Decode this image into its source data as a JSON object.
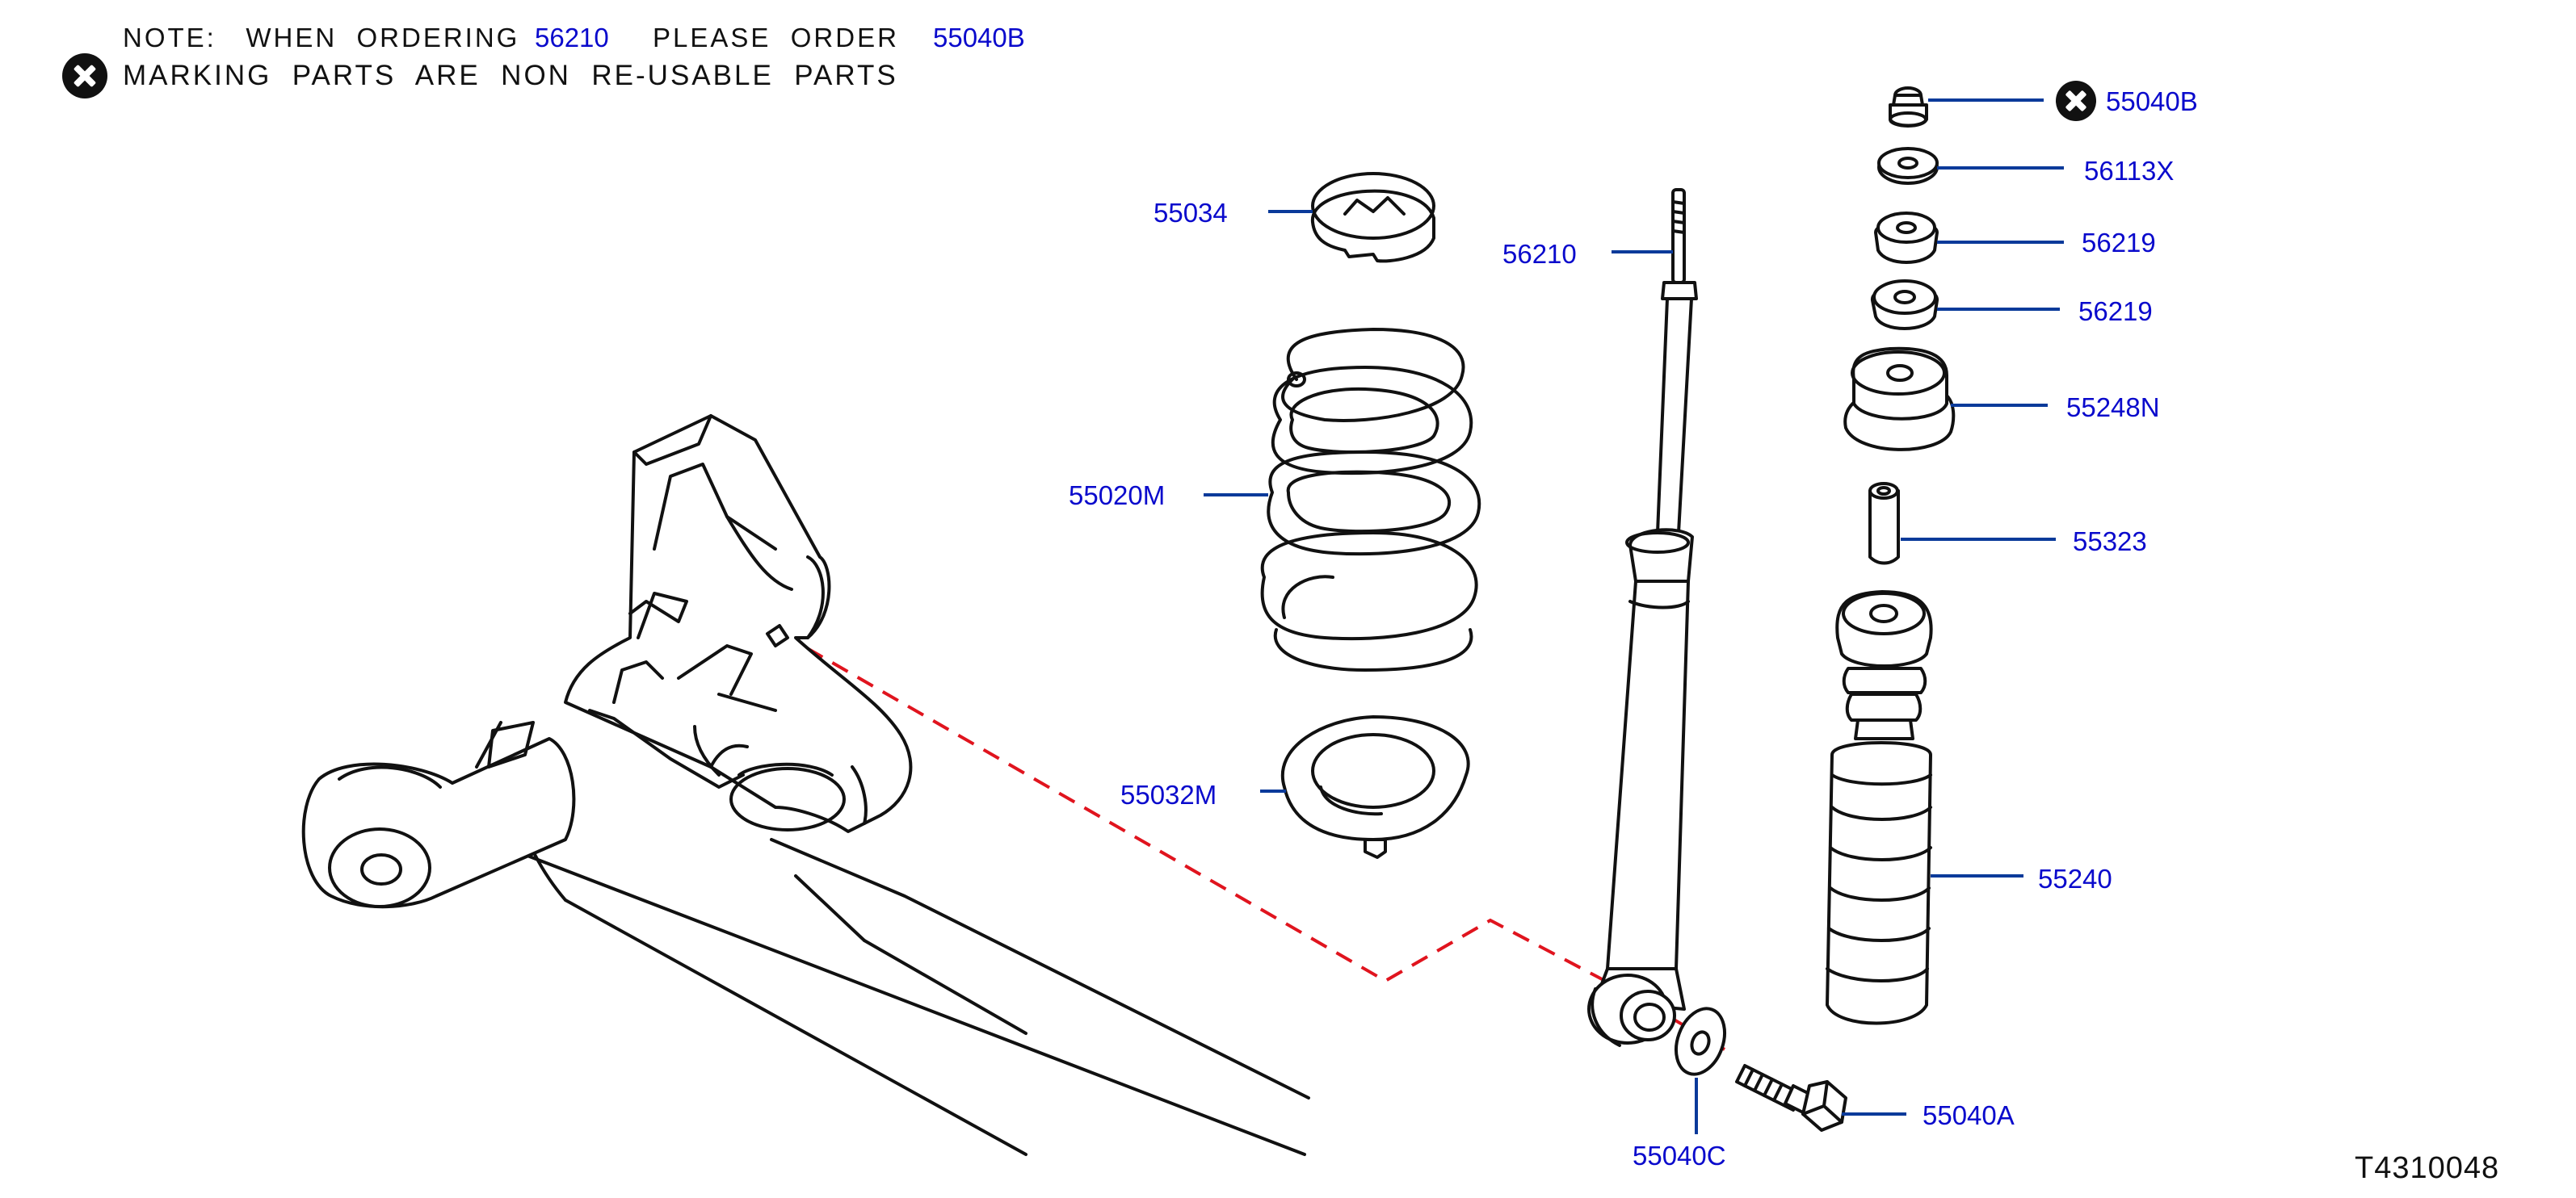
{
  "note": {
    "prefix": "NOTE:   WHEN  ORDERING",
    "part_a": "56210",
    "middle": "PLEASE  ORDER",
    "part_b": "55040B",
    "marking_text": "MARKING  PARTS  ARE  NON  RE-USABLE  PARTS"
  },
  "callouts": {
    "c55034": "55034",
    "c56210": "56210",
    "c55020M": "55020M",
    "c55032M": "55032M",
    "c55040B": "55040B",
    "c56113X": "56113X",
    "c56219a": "56219",
    "c56219b": "56219",
    "c55248N": "55248N",
    "c55323": "55323",
    "c55240": "55240",
    "c55040A": "55040A",
    "c55040C": "55040C"
  },
  "drawing_code": "T4310048",
  "icons": {
    "non_reusable": "x-circle-icon"
  },
  "colors": {
    "callout": "#0a0acc",
    "leader": "#0a3a9a",
    "dashed_guide": "#e0141e",
    "line": "#111111"
  }
}
